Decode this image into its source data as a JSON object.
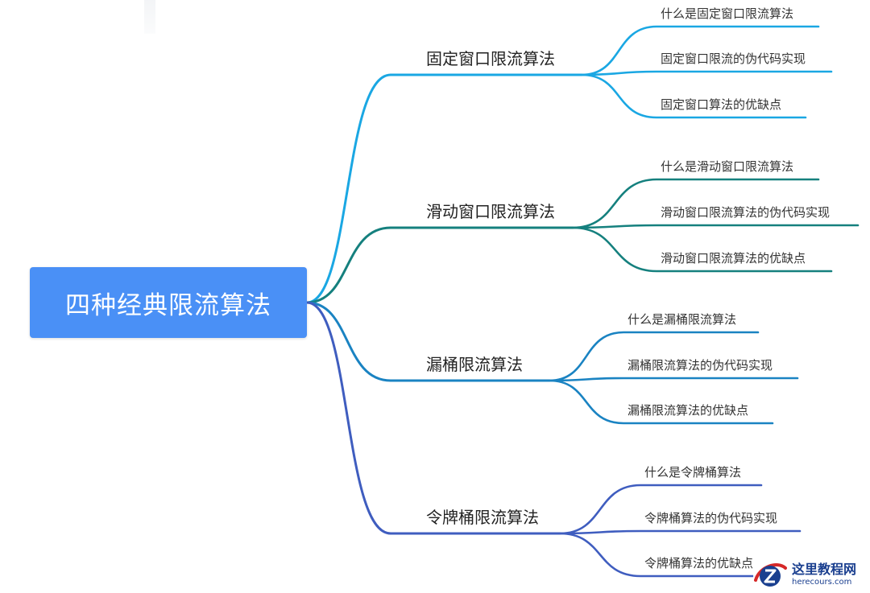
{
  "root": {
    "label": "四种经典限流算法"
  },
  "branches": [
    {
      "label": "固定窗口限流算法",
      "color": "#1aa7e3",
      "leaves": [
        "什么是固定窗口限流算法",
        "固定窗口限流的伪代码实现",
        "固定窗口算法的优缺点"
      ]
    },
    {
      "label": "滑动窗口限流算法",
      "color": "#15807e",
      "leaves": [
        "什么是滑动窗口限流算法",
        "滑动窗口限流算法的伪代码实现",
        "滑动窗口限流算法的优缺点"
      ]
    },
    {
      "label": "漏桶限流算法",
      "color": "#1a83c2",
      "leaves": [
        "什么是漏桶限流算法",
        "漏桶限流算法的伪代码实现",
        "漏桶限流算法的优缺点"
      ]
    },
    {
      "label": "令牌桶限流算法",
      "color": "#3f5dbf",
      "leaves": [
        "什么是令牌桶算法",
        "令牌桶算法的伪代码实现",
        "令牌桶算法的优缺点"
      ]
    }
  ],
  "watermark": {
    "title": "这里教程网",
    "url": "herecours.com"
  }
}
